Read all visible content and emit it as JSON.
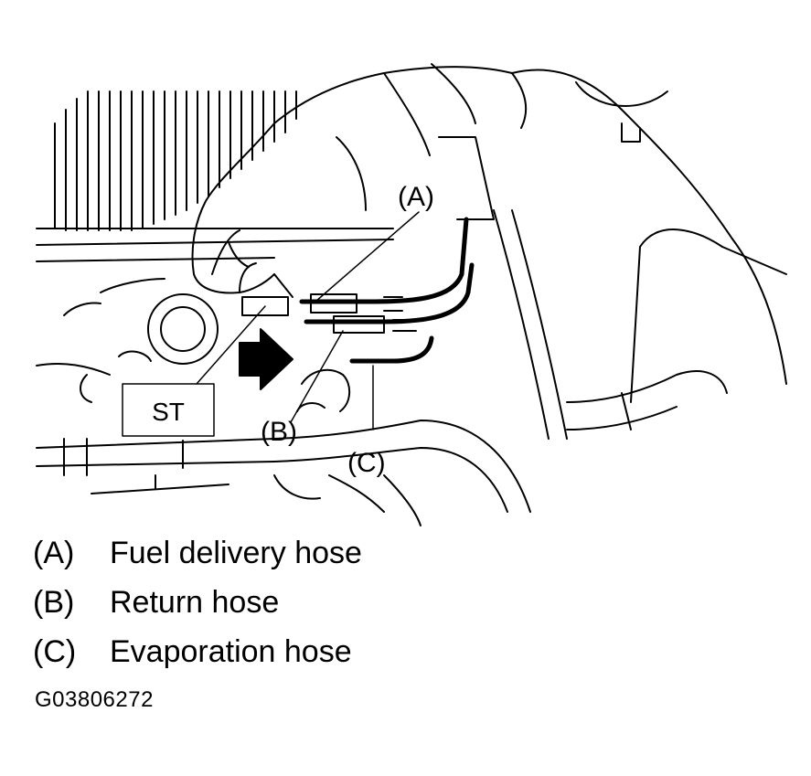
{
  "illustration": {
    "callouts": {
      "a": "(A)",
      "b": "(B)",
      "c": "(C)"
    },
    "tool_box_label": "ST"
  },
  "legend": [
    {
      "key": "(A)",
      "text": "Fuel delivery hose"
    },
    {
      "key": "(B)",
      "text": "Return hose"
    },
    {
      "key": "(C)",
      "text": "Evaporation hose"
    }
  ],
  "figure_id": "G03806272"
}
